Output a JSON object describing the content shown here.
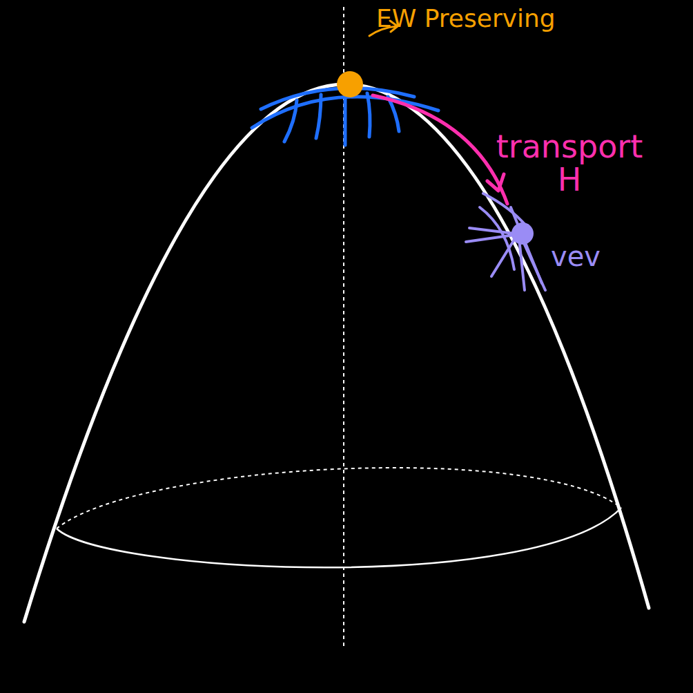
{
  "diagram": {
    "labels": [
      "EW Preserving",
      "transport H",
      "vev"
    ]
  }
}
